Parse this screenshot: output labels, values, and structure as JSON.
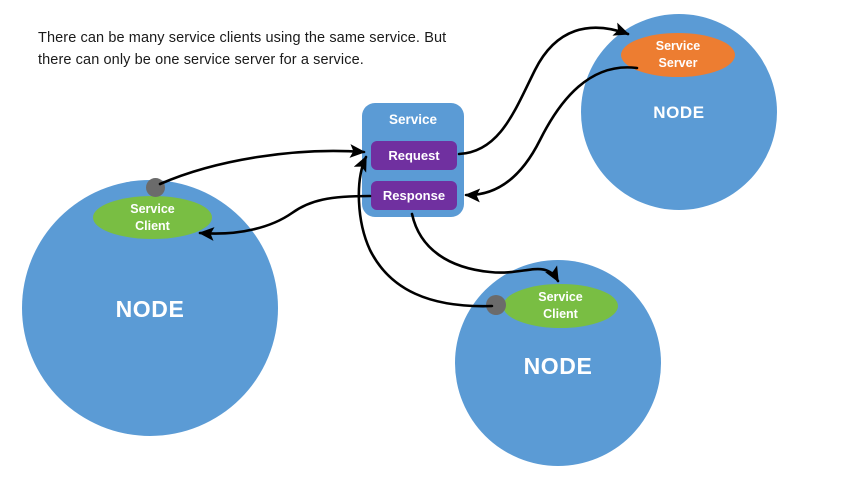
{
  "caption": {
    "text": "There can be many service clients using the same service. But there can only be one service server for a service."
  },
  "service": {
    "title": "Service",
    "request_label": "Request",
    "response_label": "Response"
  },
  "nodes": [
    {
      "label": "NODE",
      "role": "client-node-left"
    },
    {
      "label": "NODE",
      "role": "client-node-bottom"
    },
    {
      "label": "NODE",
      "role": "server-node-top-right"
    }
  ],
  "endpoints": {
    "service_client_line1": "Service",
    "service_client_line2": "Client",
    "service_server_line1": "Service",
    "service_server_line2": "Server"
  },
  "colors": {
    "node_blue": "#5B9BD5",
    "client_green": "#79BE43",
    "server_orange": "#ED7D31",
    "message_purple": "#7030A0",
    "connector_dot_gray": "#6B6B6B",
    "arrow_black": "#000000",
    "background": "#FFFFFF",
    "text_dark": "#1A1A1A",
    "text_light": "#FFFFFF"
  },
  "arrows": [
    {
      "name": "client-left-to-request",
      "from": "service-client-left",
      "to": "request"
    },
    {
      "name": "response-to-client-left",
      "from": "response",
      "to": "service-client-left"
    },
    {
      "name": "client-bottom-to-request",
      "from": "service-client-bottom",
      "to": "request"
    },
    {
      "name": "response-to-client-bottom",
      "from": "response",
      "to": "service-client-bottom"
    },
    {
      "name": "request-to-server",
      "from": "request",
      "to": "service-server"
    },
    {
      "name": "server-to-response",
      "from": "service-server",
      "to": "response"
    }
  ]
}
